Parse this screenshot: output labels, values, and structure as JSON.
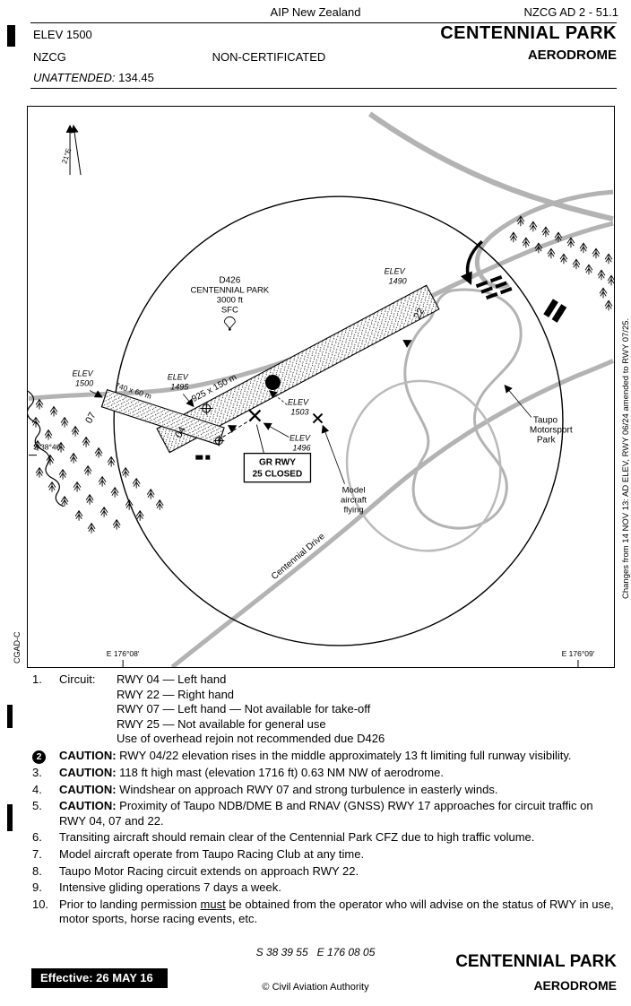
{
  "header": {
    "publication": "AIP New Zealand",
    "page_ref": "NZCG AD 2 - 51.1",
    "elevation": "ELEV 1500",
    "title": "CENTENNIAL PARK",
    "icao_code": "NZCG",
    "certification": "NON-CERTIFICATED",
    "doc_type": "AERODROME",
    "attendance_label": "UNATTENDED:",
    "frequency": "134.45"
  },
  "map": {
    "variation": "21°E",
    "danger_area": [
      "D426",
      "CENTENNIAL PARK",
      "3000 ft",
      "SFC"
    ],
    "runway_main": {
      "dims": "925 x 150 m",
      "end_04": "04",
      "end_22": "22",
      "note_marker": "2"
    },
    "runway_sec": {
      "dims": "740 x 60 m",
      "end_07": "07"
    },
    "elev_1490": [
      "ELEV",
      "1490"
    ],
    "elev_1500": [
      "ELEV",
      "1500"
    ],
    "elev_1495": [
      "ELEV",
      "1495"
    ],
    "elev_1503": [
      "ELEV",
      "1503"
    ],
    "elev_1496": [
      "ELEV",
      "1496"
    ],
    "closed_box": [
      "GR RWY",
      "25 CLOSED"
    ],
    "model_area": [
      "Model",
      "aircraft",
      "flying"
    ],
    "motorsport": [
      "Taupo",
      "Motorsport",
      "Park"
    ],
    "road_name": "Centennial Drive",
    "latitude": "S 38°40'",
    "longitude_1": "E 176°08'",
    "longitude_2": "E 176°09'",
    "chart_code": "CGAD-C",
    "change_note": "Changes from 14 NOV 13: AD ELEV, RWY 06/24 amended to RWY 07/25."
  },
  "notes": {
    "n1": {
      "num": "1.",
      "label": "Circuit:",
      "lines": [
        "RWY 04 — Left hand",
        "RWY 22 — Right hand",
        "RWY 07 — Left hand — Not available for take-off",
        "RWY 25 — Not available for general use",
        "Use of overhead rejoin not recommended due D426"
      ]
    },
    "n2": {
      "marker": "2",
      "caution": "CAUTION:",
      "text": "RWY 04/22 elevation rises in the middle approximately 13 ft limiting full runway visibility."
    },
    "n3": {
      "num": "3.",
      "caution": "CAUTION:",
      "text": "118 ft high mast (elevation 1716 ft) 0.63 NM NW of aerodrome."
    },
    "n4": {
      "num": "4.",
      "caution": "CAUTION:",
      "text": "Windshear on approach RWY 07 and strong turbulence in easterly winds."
    },
    "n5": {
      "num": "5.",
      "caution": "CAUTION:",
      "text": "Proximity of Taupo NDB/DME B and RNAV (GNSS) RWY 17 approaches for circuit traffic on RWY 04, 07 and 22."
    },
    "n6": {
      "num": "6.",
      "text": "Transiting aircraft should remain clear of the Centennial Park CFZ due to high traffic volume."
    },
    "n7": {
      "num": "7.",
      "text": "Model aircraft operate from Taupo Racing Club at any time."
    },
    "n8": {
      "num": "8.",
      "text": "Taupo Motor Racing circuit extends on approach RWY 22."
    },
    "n9": {
      "num": "9.",
      "text": "Intensive gliding operations 7 days a week."
    },
    "n10": {
      "num": "10.",
      "pre": "Prior to landing permission ",
      "underlined": "must",
      "post": " be obtained from the operator who will advise on the status of RWY in use, motor sports, horse racing events, etc."
    }
  },
  "footer": {
    "coordinates": "S 38 39 55   E 176 08 05",
    "effective": "Effective: 26 MAY 16",
    "copyright": "© Civil Aviation Authority",
    "title": "CENTENNIAL PARK",
    "doc_type": "AERODROME"
  }
}
